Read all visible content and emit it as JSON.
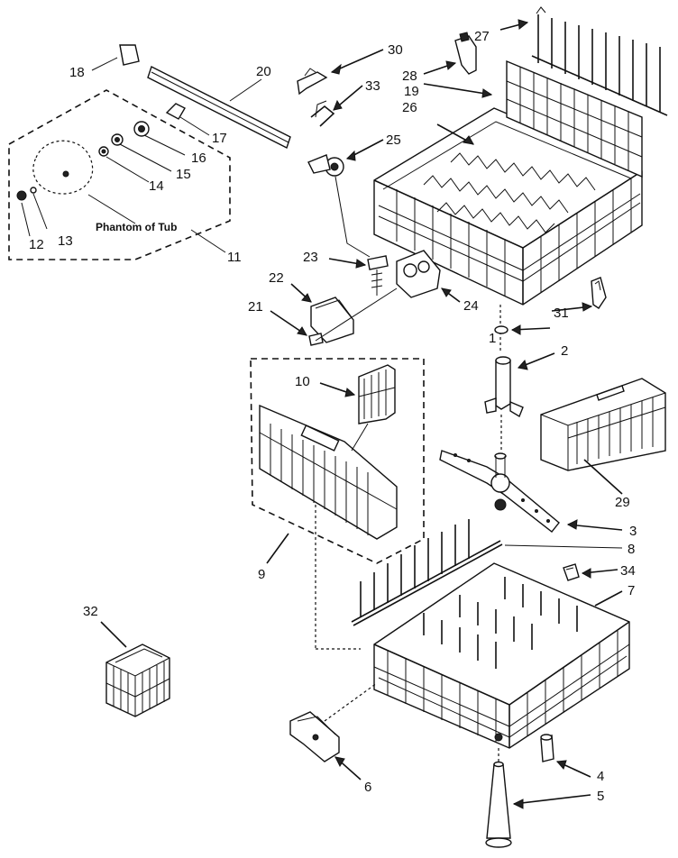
{
  "diagram": {
    "callouts": {
      "c1": "1",
      "c2": "2",
      "c3": "3",
      "c4": "4",
      "c5": "5",
      "c6": "6",
      "c7": "7",
      "c8": "8",
      "c9": "9",
      "c10": "10",
      "c11": "11",
      "c12": "12",
      "c13": "13",
      "c14": "14",
      "c15": "15",
      "c16": "16",
      "c17": "17",
      "c18": "18",
      "c19": "19",
      "c20": "20",
      "c21": "21",
      "c22": "22",
      "c23": "23",
      "c24": "24",
      "c25": "25",
      "c26": "26",
      "c27": "27",
      "c28": "28",
      "c29": "29",
      "c30": "30",
      "c31": "31",
      "c32": "32",
      "c33": "33",
      "c34": "34"
    },
    "phantom_label": "Phantom of Tub"
  }
}
